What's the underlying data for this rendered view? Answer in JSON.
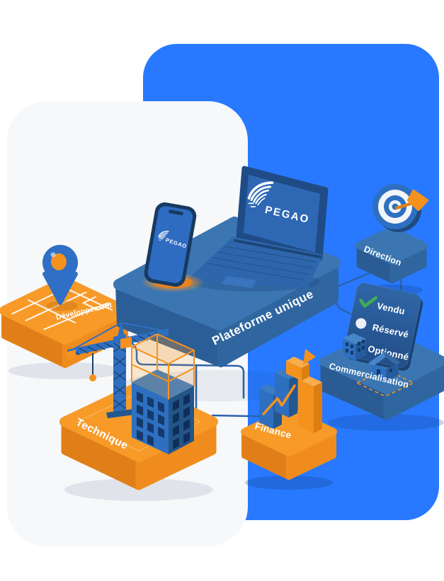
{
  "brand": {
    "name": "PEGAO"
  },
  "central": {
    "label": "Plateforme unique",
    "icon": "laptop-and-phone-icon"
  },
  "satellites": {
    "developpement": {
      "label": "Développement",
      "icon": "map-pin-icon",
      "color": "orange"
    },
    "technique": {
      "label": "Technique",
      "icon": "crane-building-icon",
      "color": "orange"
    },
    "finance": {
      "label": "Finance",
      "icon": "bar-chart-icon",
      "color": "orange"
    },
    "direction": {
      "label": "Direction",
      "icon": "target-dart-icon",
      "color": "blue"
    },
    "commercialisation": {
      "label": "Commercialisation",
      "icon": "houses-icon",
      "color": "blue"
    }
  },
  "legend": {
    "items": [
      {
        "label": "Vendu",
        "marker": "check-icon",
        "color": "#3FAE4F"
      },
      {
        "label": "Réservé",
        "marker": "dot-icon",
        "color": "#EDF1F7"
      },
      {
        "label": "Optionné",
        "marker": "dot-icon",
        "color": "#EE8A1D"
      }
    ]
  },
  "colors": {
    "background_blue": "#2879FF",
    "card_white": "#F7F8FA",
    "platform_blue_top": "#3B76B2",
    "platform_blue_front": "#30669F",
    "platform_orange_top": "#F79A28",
    "platform_orange_front": "#EF8C1E",
    "connector_line": "#2B63AC",
    "device_screen": "#2E68B5",
    "glow_orange": "#F5921E"
  }
}
